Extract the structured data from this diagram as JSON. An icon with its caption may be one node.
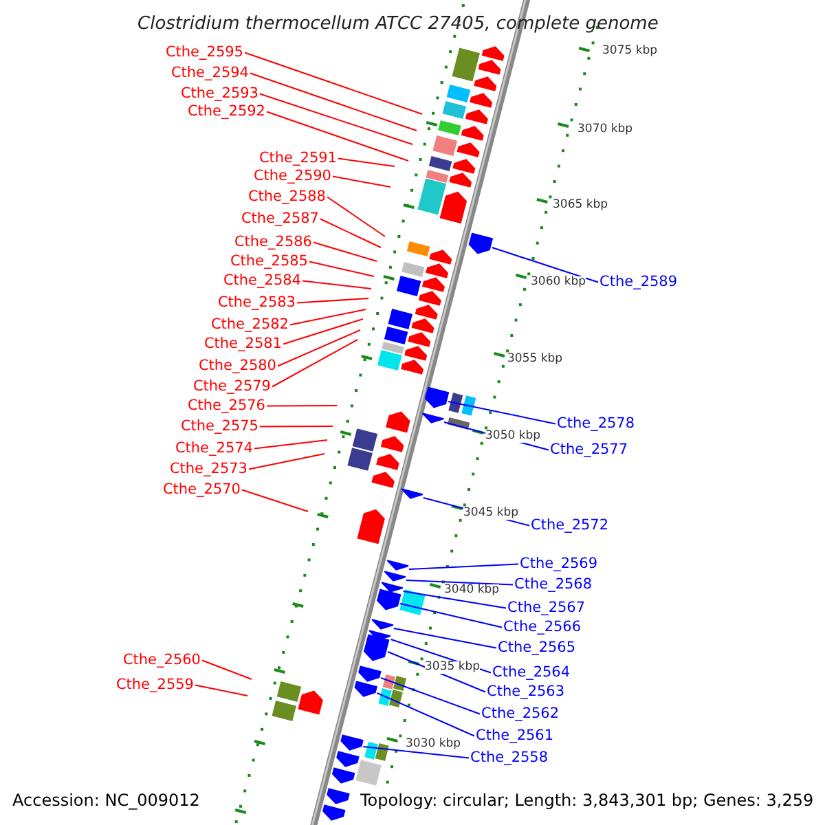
{
  "diagram": {
    "title": "Clostridium thermocellum ATCC 27405, complete genome",
    "nodes": [
      {
        "text": [
          "Cthe_2595"
        ]
      },
      {
        "text": [
          "Cthe_2594"
        ]
      },
      {
        "text": [
          "Cthe_2593"
        ]
      },
      {
        "text": [
          "Cthe_2592"
        ]
      },
      {
        "text": [
          "Cthe_2591"
        ]
      },
      {
        "text": [
          "Cthe_2590"
        ]
      },
      {
        "text": [
          "Cthe_2588"
        ]
      },
      {
        "text": [
          "Cthe_2587"
        ]
      },
      {
        "text": [
          "Cthe_2586"
        ]
      },
      {
        "text": [
          "Cthe_2585"
        ]
      },
      {
        "text": [
          "Cthe_2584"
        ]
      },
      {
        "text": [
          "Cthe_2583"
        ]
      },
      {
        "text": [
          "Cthe_2582"
        ]
      },
      {
        "text": [
          "Cthe_2581"
        ]
      },
      {
        "text": [
          "Cthe_2580"
        ]
      },
      {
        "text": [
          "Cthe_2579"
        ]
      },
      {
        "text": [
          "Cthe_2576"
        ]
      },
      {
        "text": [
          "Cthe_2575"
        ]
      },
      {
        "text": [
          "Cthe_2574"
        ]
      },
      {
        "text": [
          "Cthe_2573"
        ]
      },
      {
        "text": [
          "Cthe_2570"
        ]
      },
      {
        "text": [
          "Cthe_2560"
        ]
      },
      {
        "text": [
          "Cthe_2559"
        ]
      },
      {
        "text": [
          "Cthe_2589"
        ]
      },
      {
        "text": [
          "Cthe_2578"
        ]
      },
      {
        "text": [
          "Cthe_2577"
        ]
      },
      {
        "text": [
          "Cthe_2572"
        ]
      },
      {
        "text": [
          "Cthe_2569"
        ]
      },
      {
        "text": [
          "Cthe_2568"
        ]
      },
      {
        "text": [
          "Cthe_2567"
        ]
      },
      {
        "text": [
          "Cthe_2566"
        ]
      },
      {
        "text": [
          "Cthe_2565"
        ]
      },
      {
        "text": [
          "Cthe_2564"
        ]
      },
      {
        "text": [
          "Cthe_2563"
        ]
      },
      {
        "text": [
          "Cthe_2562"
        ]
      },
      {
        "text": [
          "Cthe_2561"
        ]
      },
      {
        "text": [
          "Cthe_2558"
        ]
      },
      {
        "text": [],
        "shape": "pentagon"
      },
      {
        "text": [],
        "shape": "pentagon"
      },
      {
        "text": [],
        "shape": "pentagon"
      },
      {
        "text": [],
        "shape": "pentagon"
      },
      {
        "text": [],
        "shape": "pentagon"
      },
      {
        "text": [],
        "shape": "pentagon"
      },
      {
        "text": [],
        "shape": "pentagon"
      },
      {
        "text": [],
        "shape": "pentagon"
      },
      {
        "text": [],
        "shape": "pentagon"
      },
      {
        "text": [],
        "shape": "pentagon"
      },
      {
        "text": [],
        "shape": "pentagon"
      },
      {
        "text": [],
        "shape": "pentagon"
      },
      {
        "text": [],
        "shape": "pentagon"
      },
      {
        "text": [],
        "shape": "pentagon"
      },
      {
        "text": [],
        "shape": "pentagon"
      },
      {
        "text": [],
        "shape": "pentagon"
      },
      {
        "text": [],
        "shape": "pentagon"
      },
      {
        "text": [],
        "shape": "pentagon"
      }
    ],
    "edges": [
      {
        "from": 0,
        "to": null,
        "arrow": "none"
      },
      {
        "from": 1,
        "to": null,
        "arrow": "none"
      },
      {
        "from": 2,
        "to": null,
        "arrow": "none"
      },
      {
        "from": 3,
        "to": null,
        "arrow": "none"
      },
      {
        "from": 4,
        "to": null,
        "arrow": "none"
      },
      {
        "from": 5,
        "to": null,
        "arrow": "none"
      },
      {
        "from": 6,
        "to": null,
        "arrow": "none"
      },
      {
        "from": 7,
        "to": null,
        "arrow": "none"
      },
      {
        "from": 8,
        "to": null,
        "arrow": "none"
      },
      {
        "from": 9,
        "to": null,
        "arrow": "none"
      },
      {
        "from": 10,
        "to": null,
        "arrow": "none"
      },
      {
        "from": 11,
        "to": null,
        "arrow": "none"
      },
      {
        "from": 12,
        "to": null,
        "arrow": "none"
      },
      {
        "from": 13,
        "to": null,
        "arrow": "none"
      },
      {
        "from": 14,
        "to": null,
        "arrow": "none"
      },
      {
        "from": 15,
        "to": null,
        "arrow": "none"
      },
      {
        "from": 16,
        "to": null,
        "arrow": "none"
      },
      {
        "from": 17,
        "to": null,
        "arrow": "none"
      },
      {
        "from": 18,
        "to": null,
        "arrow": "none"
      },
      {
        "from": 19,
        "to": null,
        "arrow": "none"
      },
      {
        "from": 20,
        "to": null,
        "arrow": "none"
      },
      {
        "from": 21,
        "to": null,
        "arrow": "none"
      },
      {
        "from": 22,
        "to": null,
        "arrow": "none"
      },
      {
        "from": 23,
        "to": 37,
        "arrow": "none",
        "color": "#0000ff"
      },
      {
        "from": 24,
        "to": 38,
        "arrow": "none",
        "color": "#0000ff"
      },
      {
        "from": 25,
        "to": 39,
        "arrow": "none",
        "color": "#0000ff"
      },
      {
        "from": 26,
        "to": 40,
        "arrow": "none",
        "color": "#0000ff"
      },
      {
        "from": 27,
        "to": 41,
        "arrow": "none",
        "color": "#0000ff"
      },
      {
        "from": 28,
        "to": 42,
        "arrow": "none",
        "color": "#0000ff"
      },
      {
        "from": 29,
        "to": 43,
        "arrow": "none",
        "color": "#0000ff"
      },
      {
        "from": 30,
        "to": 44,
        "arrow": "none",
        "color": "#0000ff"
      },
      {
        "from": 31,
        "to": 45,
        "arrow": "none",
        "color": "#0000ff"
      },
      {
        "from": 32,
        "to": 46,
        "arrow": "none",
        "color": "#0000ff"
      },
      {
        "from": 33,
        "to": 47,
        "arrow": "none",
        "color": "#0000ff"
      },
      {
        "from": 34,
        "to": 48,
        "arrow": "none",
        "color": "#0000ff"
      },
      {
        "from": 35,
        "to": 49,
        "arrow": "none",
        "color": "#0000ff"
      },
      {
        "from": 36,
        "to": 50,
        "arrow": "none",
        "color": "#0000ff"
      }
    ],
    "labels": [
      "3075 kbp",
      "3070 kbp",
      "3065 kbp",
      "3060 kbp",
      "3055 kbp",
      "3050 kbp",
      "3045 kbp",
      "3040 kbp",
      "3035 kbp",
      "3030 kbp",
      "Accession: NC_009012",
      "Topology: circular; Length: 3,843,301 bp; Genes: 3,259"
    ]
  }
}
